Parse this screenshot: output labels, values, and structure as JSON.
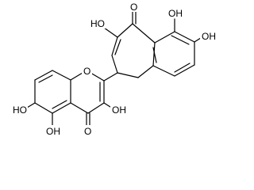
{
  "molecule": {
    "atom_labels": {
      "oh_cycloheptene_left": "HO",
      "oxo_top": "O",
      "oh_benzo_top": "OH",
      "oh_benzo_right": "OH",
      "ring_oxygen": "O",
      "oh_chromone_3": "OH",
      "oh_chromone_7": "HO",
      "oxo_chromone_4": "O",
      "oh_chromone_5": "OH"
    }
  }
}
